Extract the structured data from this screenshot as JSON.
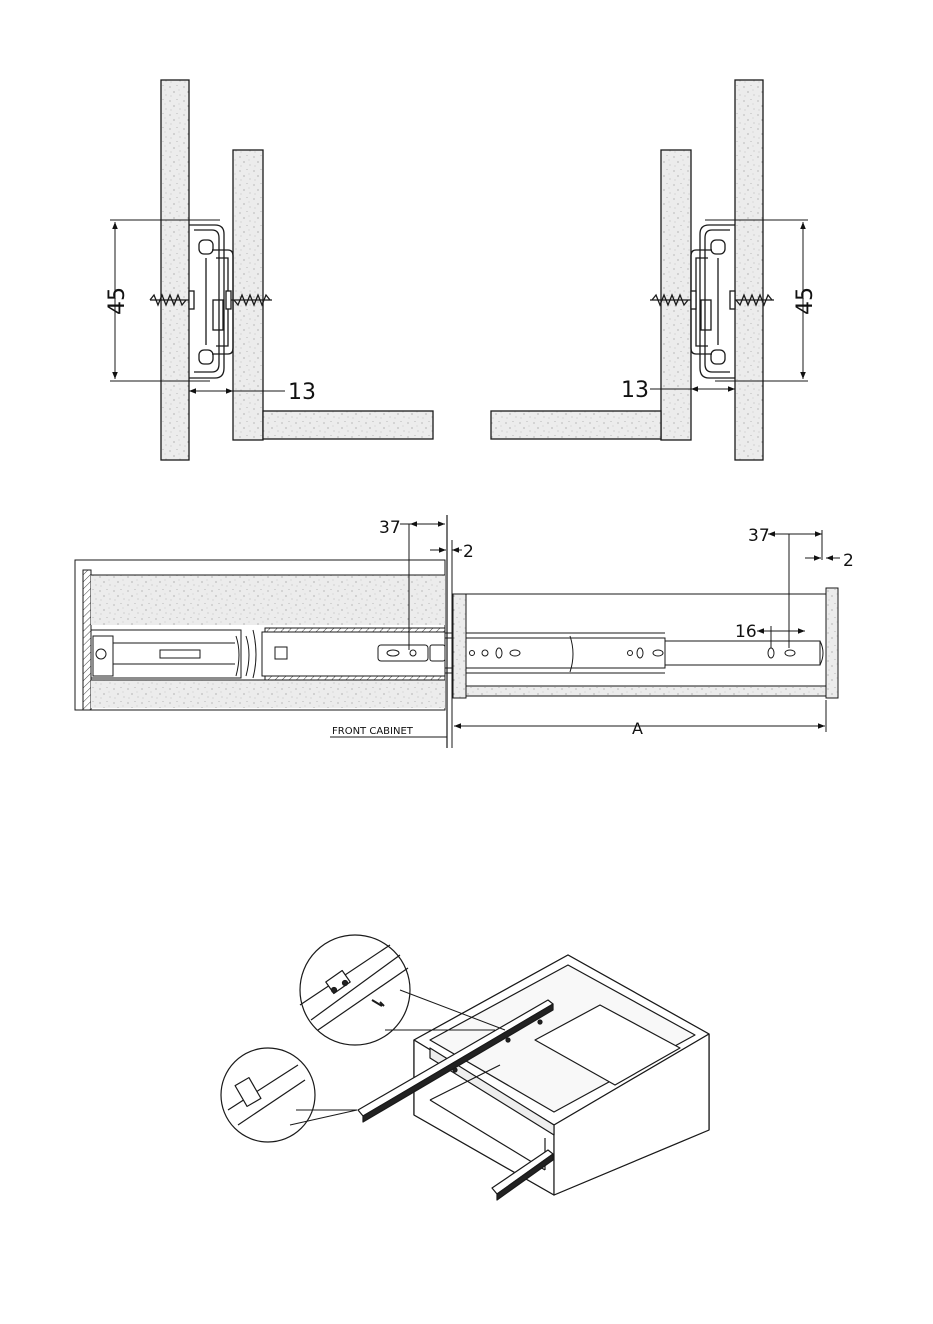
{
  "top_views": {
    "left": {
      "height_dim": "45",
      "gap_dim": "13"
    },
    "right": {
      "height_dim": "45",
      "gap_dim": "13"
    }
  },
  "side_view": {
    "dim_front_offset": "37",
    "dim_front_gap": "2",
    "dim_rear_offset": "37",
    "dim_rear_gap": "2",
    "dim_hole_spacing": "16",
    "dim_length": "A",
    "front_cabinet_label": "FRONT CABINET"
  },
  "colors": {
    "line": "#1a1a1a",
    "panel": "#e6e6e6",
    "panel_speckle": "#b5b5b5"
  }
}
